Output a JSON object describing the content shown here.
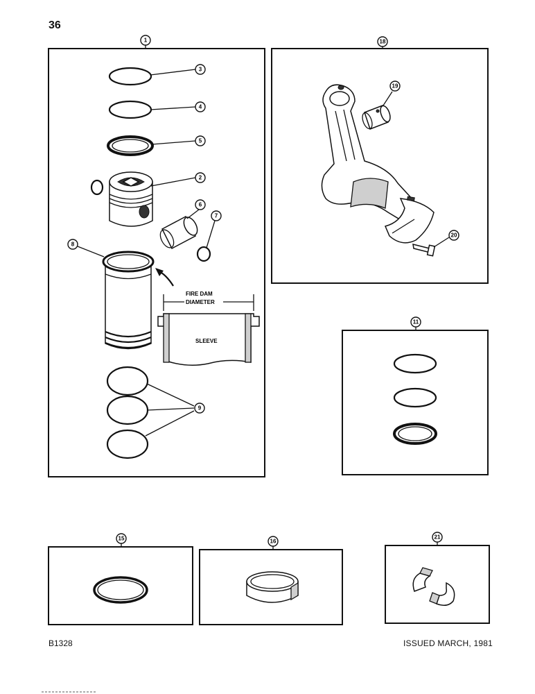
{
  "page": {
    "number": "36",
    "figure_code": "B1328",
    "issued": "ISSUED MARCH, 1981"
  },
  "labels": {
    "fire_dam": "FIRE DAM",
    "diameter": "DIAMETER",
    "sleeve": "SLEEVE"
  },
  "callouts": {
    "c1": "1",
    "c2": "2",
    "c3": "3",
    "c4": "4",
    "c5": "5",
    "c6": "6",
    "c7": "7",
    "c8": "8",
    "c9": "9",
    "c11": "11",
    "c15": "15",
    "c16": "16",
    "c18": "18",
    "c19": "19",
    "c20": "20",
    "c21": "21"
  }
}
